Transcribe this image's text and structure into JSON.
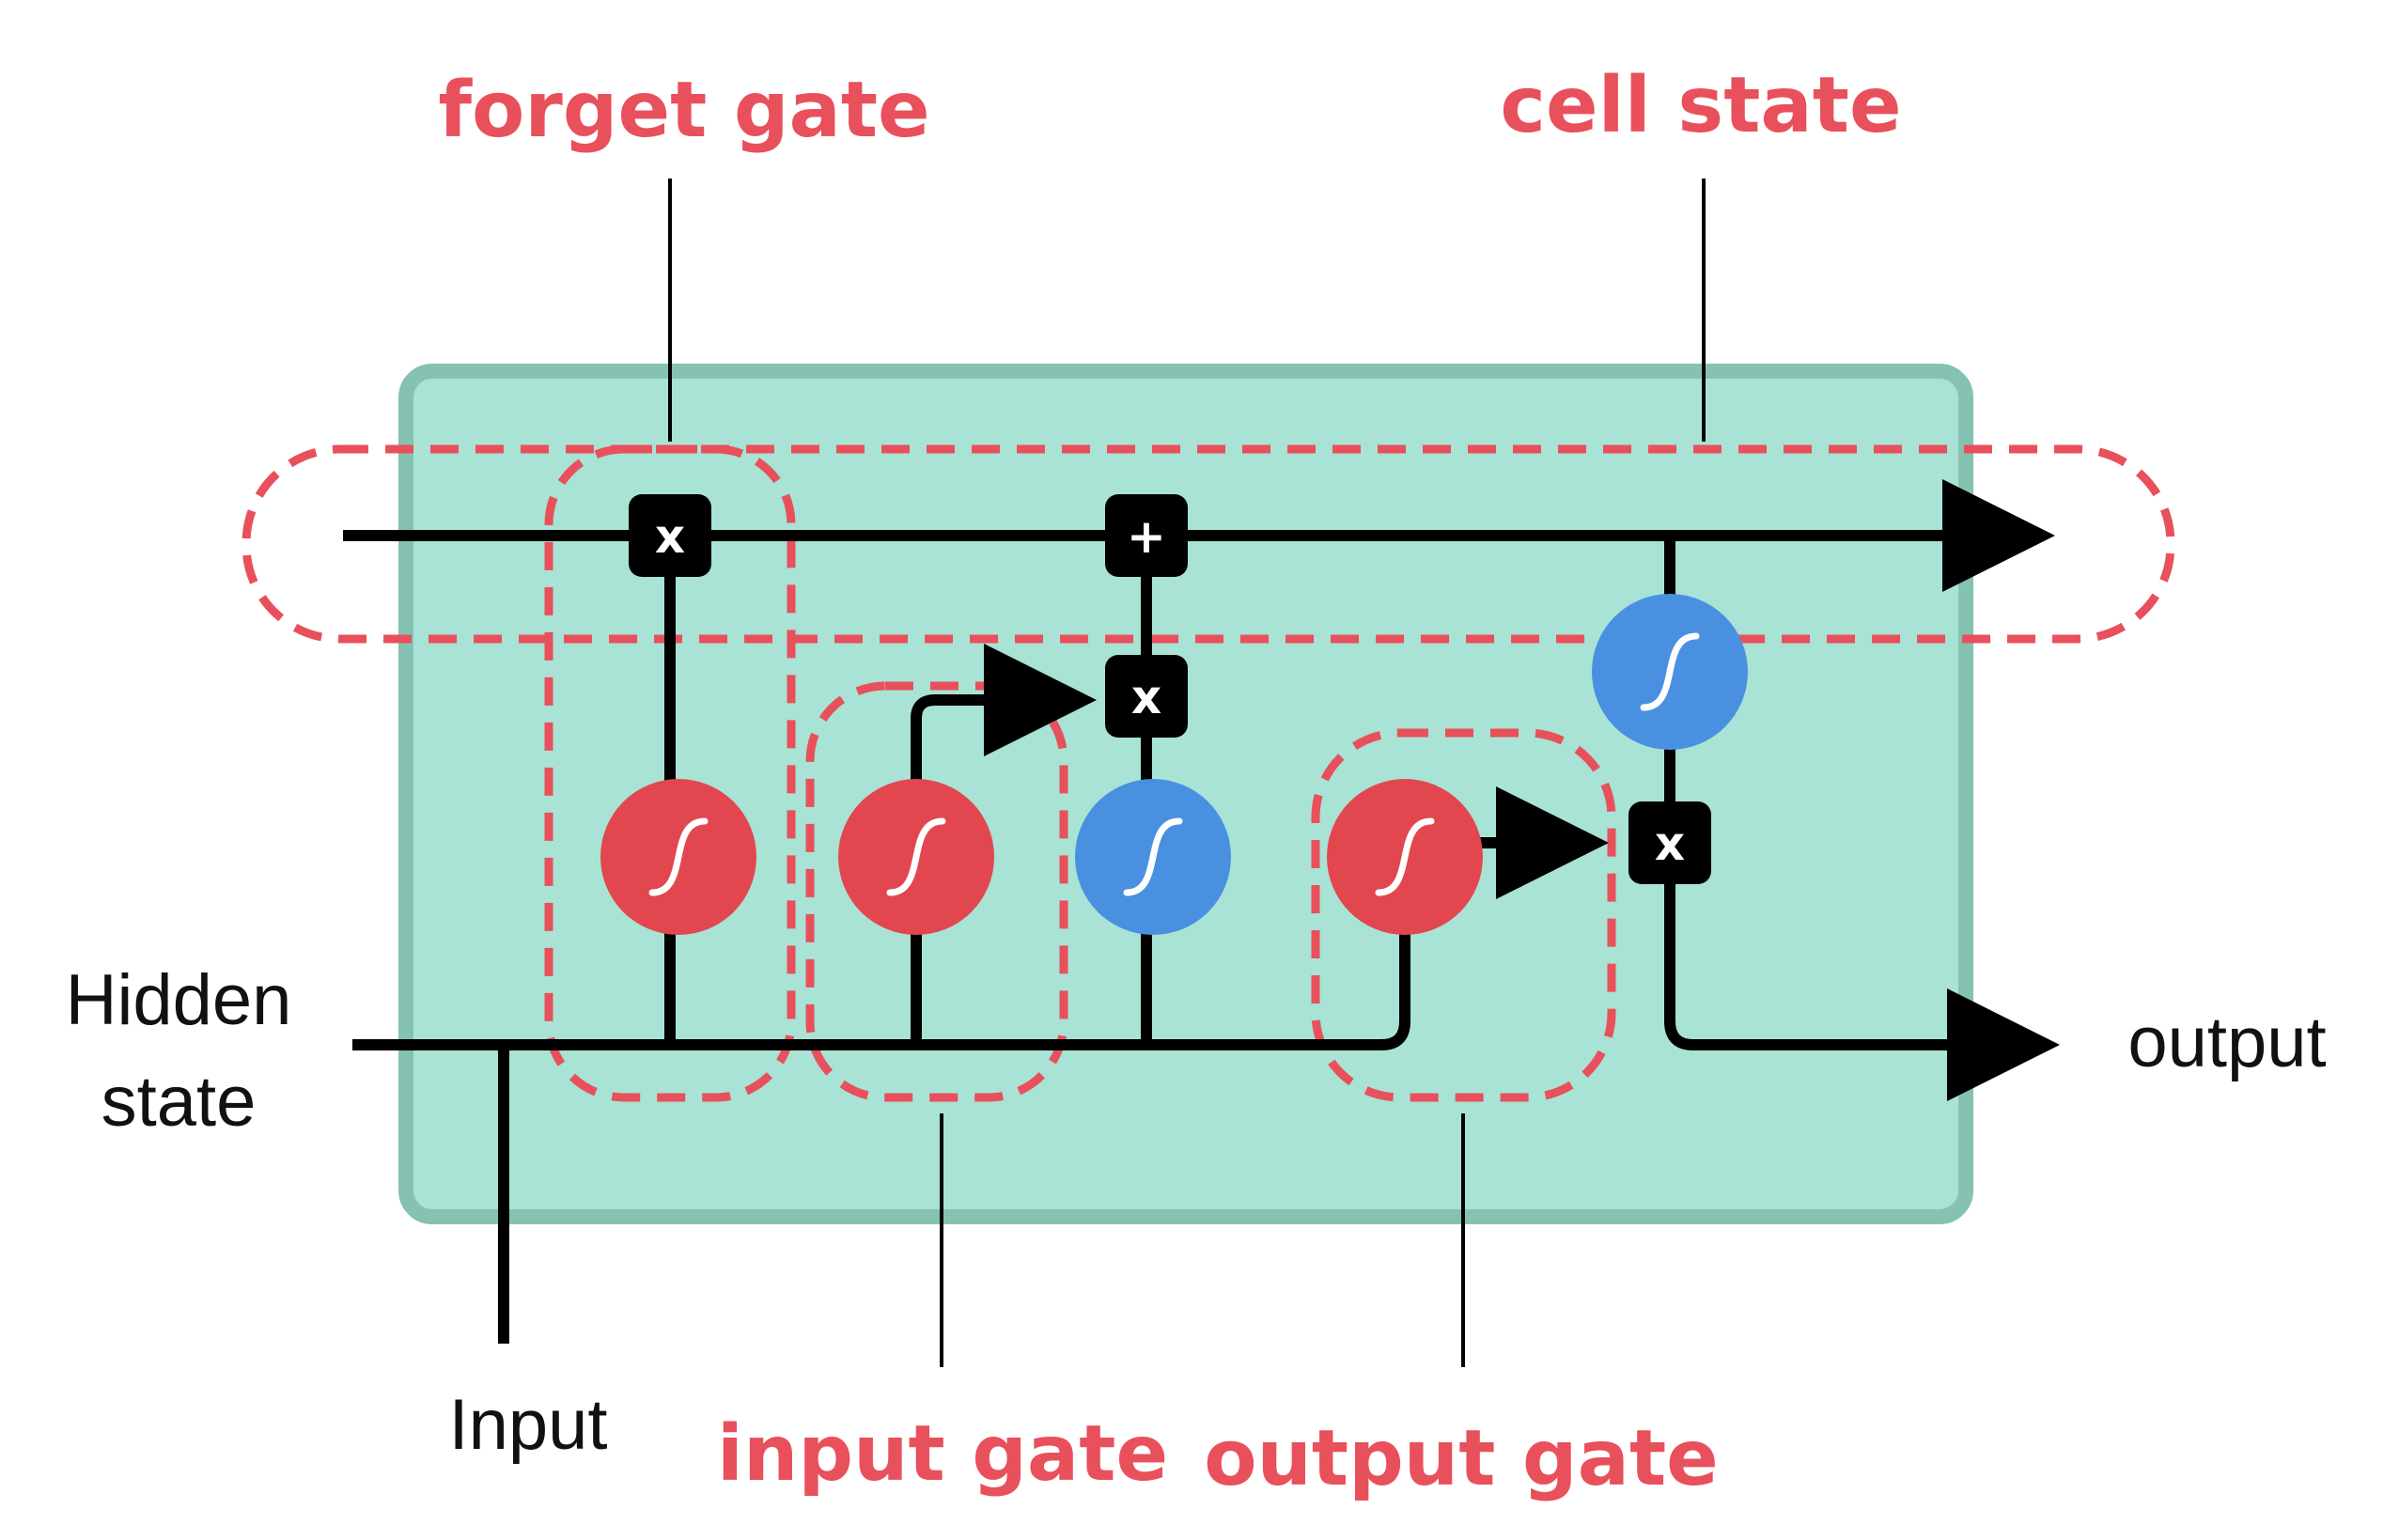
{
  "labels": {
    "forget_gate": "forget gate",
    "cell_state": "cell state",
    "input_gate": "input gate",
    "output_gate": "output gate",
    "hidden_line1": "Hidden",
    "hidden_line2": "state",
    "input": "Input",
    "output": "output"
  },
  "ops": {
    "forget_multiply": "x",
    "cell_add": "+",
    "input_multiply": "x",
    "output_multiply": "x"
  },
  "colors": {
    "cell_background": "#a8e3d5",
    "cell_border": "#85c2b2",
    "sigmoid_red": "#e2474f",
    "tanh_blue": "#4a90e0",
    "dashed_outline": "#e8505b",
    "line": "#000000"
  },
  "icons": {
    "sigmoid": "sigmoid-curve-icon",
    "tanh": "tanh-curve-icon"
  }
}
